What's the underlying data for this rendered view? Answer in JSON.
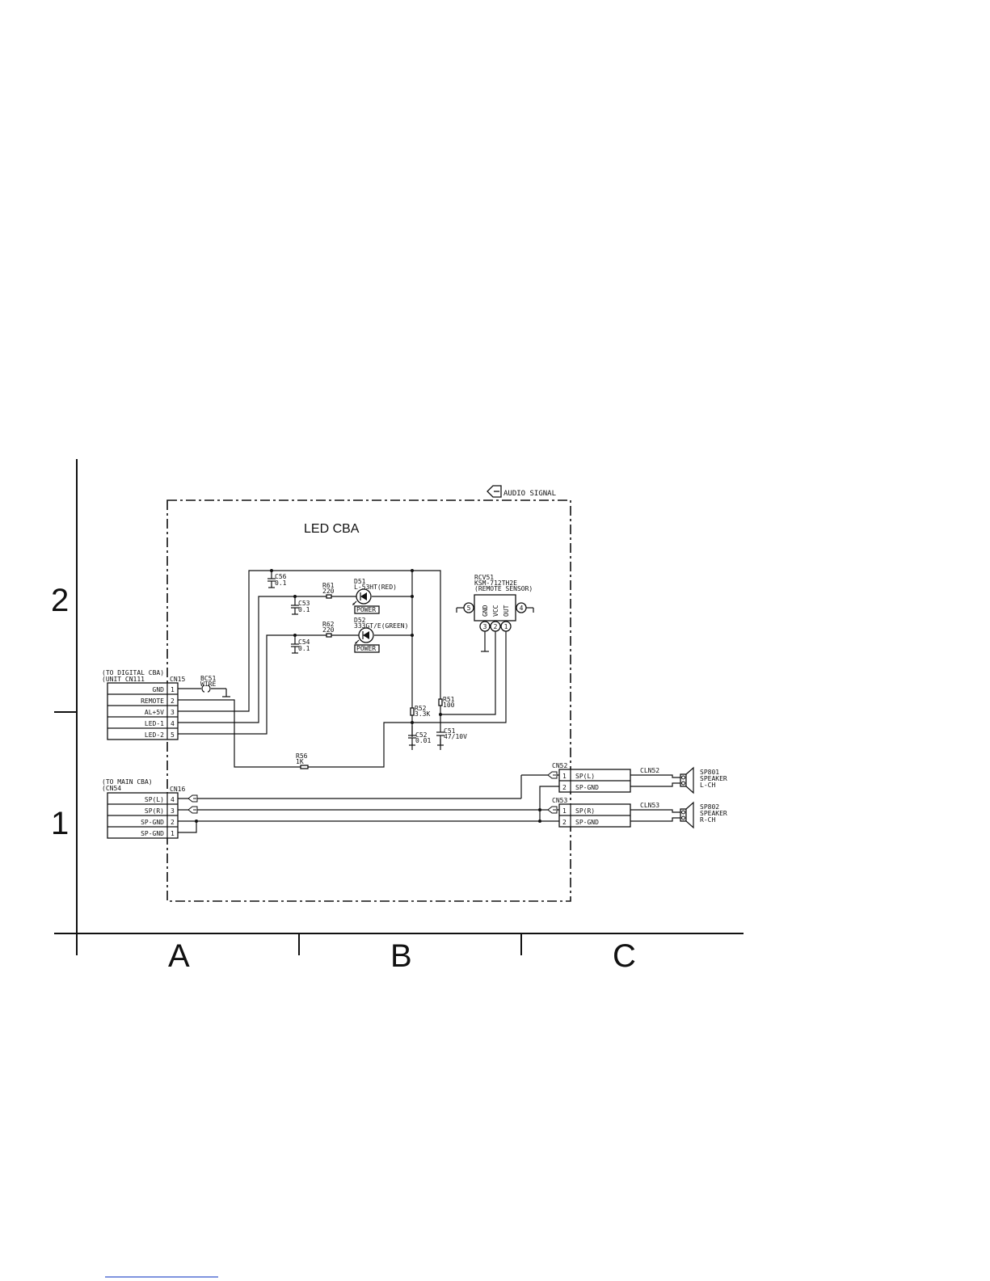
{
  "grid": {
    "rows": [
      "2",
      "1"
    ],
    "cols": [
      "A",
      "B",
      "C"
    ]
  },
  "board": {
    "title": "LED  CBA",
    "legend": "AUDIO SIGNAL"
  },
  "connectors": {
    "cn15": {
      "name": "CN15",
      "note1": "(TO DIGITAL CBA)",
      "note2": "(UNIT CN111",
      "pins": [
        {
          "num": "1",
          "label": "GND"
        },
        {
          "num": "2",
          "label": "REMOTE"
        },
        {
          "num": "3",
          "label": "AL+5V"
        },
        {
          "num": "4",
          "label": "LED-1"
        },
        {
          "num": "5",
          "label": "LED-2"
        }
      ]
    },
    "cn16": {
      "name": "CN16",
      "note1": "(TO MAIN CBA)",
      "note2": "(CN54",
      "pins": [
        {
          "num": "4",
          "label": "SP(L)"
        },
        {
          "num": "3",
          "label": "SP(R)"
        },
        {
          "num": "2",
          "label": "SP-GND"
        },
        {
          "num": "1",
          "label": "SP-GND"
        }
      ]
    },
    "cn52": {
      "name": "CN52",
      "pins": [
        {
          "num": "1",
          "label": "SP(L)"
        },
        {
          "num": "2",
          "label": "SP-GND"
        }
      ]
    },
    "cn53": {
      "name": "CN53",
      "pins": [
        {
          "num": "1",
          "label": "SP(R)"
        },
        {
          "num": "2",
          "label": "SP-GND"
        }
      ]
    }
  },
  "components": {
    "bc51": {
      "ref": "BC51",
      "value": "WIRE"
    },
    "c56": {
      "ref": "C56",
      "value": "0.1"
    },
    "c53": {
      "ref": "C53",
      "value": "0.1"
    },
    "c54": {
      "ref": "C54",
      "value": "0.1"
    },
    "r61": {
      "ref": "R61",
      "value": "220"
    },
    "r62": {
      "ref": "R62",
      "value": "220"
    },
    "d51": {
      "ref": "D51",
      "value": "L-53HT(RED)",
      "tag": "POWER"
    },
    "d52": {
      "ref": "D52",
      "value": "333GT/E(GREEN)",
      "tag": "POWER"
    },
    "r52": {
      "ref": "R52",
      "value": "3.3K"
    },
    "r51": {
      "ref": "R51",
      "value": "100"
    },
    "c52": {
      "ref": "C52",
      "value": "0.01"
    },
    "c51": {
      "ref": "C51",
      "value": "47/10V"
    },
    "r56": {
      "ref": "R56",
      "value": "1K"
    },
    "rcv51": {
      "ref": "RCV51",
      "value": "KSM-712TH2E",
      "note": "(REMOTE SENSOR)",
      "pins": {
        "gnd": "GND",
        "vcc": "VCC",
        "out": "OUT"
      },
      "pin_nums": [
        "3",
        "2",
        "1",
        "5",
        "4"
      ]
    }
  },
  "cables": {
    "cln52": "CLN52",
    "cln53": "CLN53"
  },
  "speakers": {
    "sp801": {
      "ref": "SP801",
      "type": "SPEAKER",
      "ch": "L-CH"
    },
    "sp802": {
      "ref": "SP802",
      "type": "SPEAKER",
      "ch": "R-CH"
    }
  }
}
